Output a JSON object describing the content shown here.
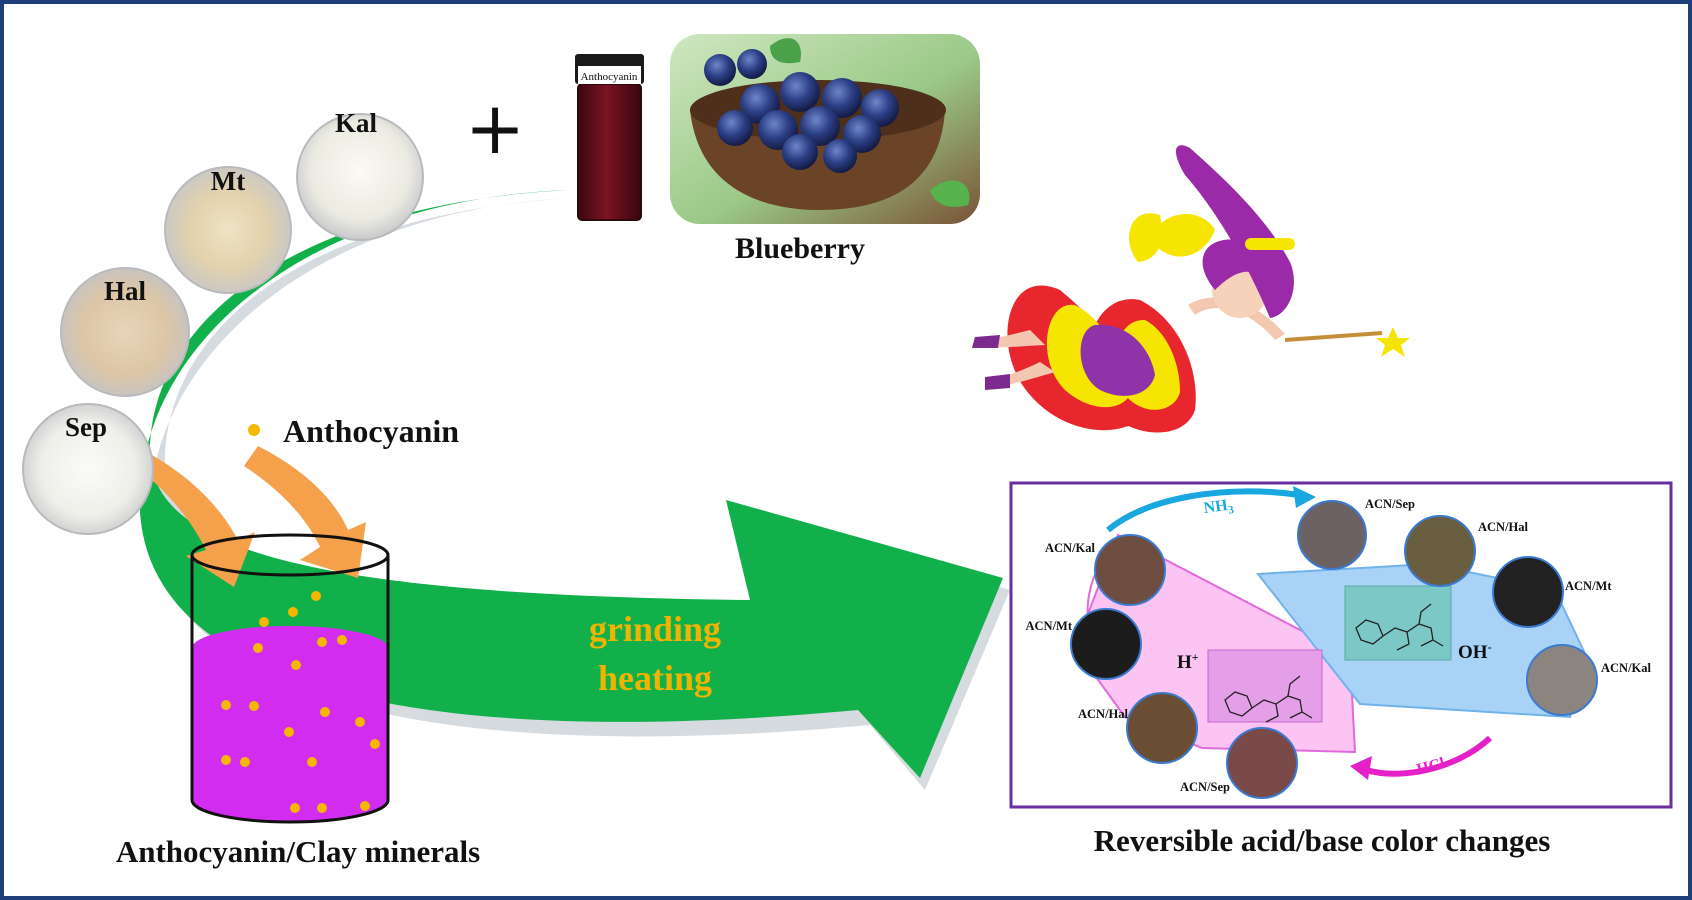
{
  "clays": [
    {
      "label": "Kal"
    },
    {
      "label": "Mt"
    },
    {
      "label": "Hal"
    },
    {
      "label": "Sep"
    }
  ],
  "plus_sign": "+",
  "vial_label": "Anthocyanin",
  "blueberry_label": "Blueberry",
  "dot_legend_label": "Anthocyanin",
  "process": {
    "line1": "grinding",
    "line2": "heating"
  },
  "beaker_label": "Anthocyanin/Clay minerals",
  "result_label": "Reversible  acid/base color changes",
  "panel": {
    "nh3_label": "NH",
    "nh3_sub": "3",
    "hcl_label": "HCl",
    "acid_label": "H",
    "acid_sup": "+",
    "base_label": "OH",
    "base_sup": "-",
    "samples": [
      {
        "label": "ACN/Kal",
        "swatch": "#6e4e40"
      },
      {
        "label": "ACN/Mt",
        "swatch": "#1c1c1c"
      },
      {
        "label": "ACN/Hal",
        "swatch": "#6a4e34"
      },
      {
        "label": "ACN/Sep",
        "swatch": "#7a4a48"
      },
      {
        "label": "ACN/Sep",
        "swatch": "#6c6264"
      },
      {
        "label": "ACN/Hal",
        "swatch": "#6a5e40"
      },
      {
        "label": "ACN/Mt",
        "swatch": "#222222"
      },
      {
        "label": "ACN/Kal",
        "swatch": "#8c847e"
      }
    ]
  },
  "colors": {
    "arrow_green": "#12b04a",
    "orange": "#f5a04a",
    "dot_gold": "#f5b800",
    "liquid_purple": "#d12cf0",
    "process_text": "#f0b400",
    "panel_border": "#6a2e9c",
    "nh3_arrow": "#19a7e0",
    "hcl_arrow": "#e620c8",
    "frame": "#1f3f7a"
  }
}
